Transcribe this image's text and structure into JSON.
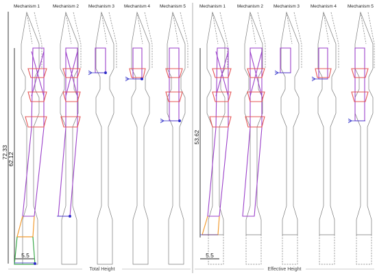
{
  "panels": [
    {
      "id": "total",
      "footer_label": "Total Height",
      "columns": [
        "Mechanism 1",
        "Mechanism 2",
        "Mechanism 3",
        "Mechanism 4",
        "Mechanism 5"
      ],
      "outer_dimension": "72.33",
      "inner_dimension": "62.12",
      "width_dimension": "5.5"
    },
    {
      "id": "effective",
      "footer_label": "Effective Height",
      "columns": [
        "Mechanism 1",
        "Mechanism 2",
        "Mechanism 3",
        "Mechanism 4",
        "Mechanism 5"
      ],
      "height_dimension": "53.62",
      "width_dimension": "5.5"
    }
  ],
  "colors": {
    "joint_shell": "#e55353",
    "linkage": "#9a3fc9",
    "axis": "#2d2dc8",
    "base_link": "#f29a2e",
    "ground_link": "#3aa84a",
    "outline": "#777777"
  }
}
